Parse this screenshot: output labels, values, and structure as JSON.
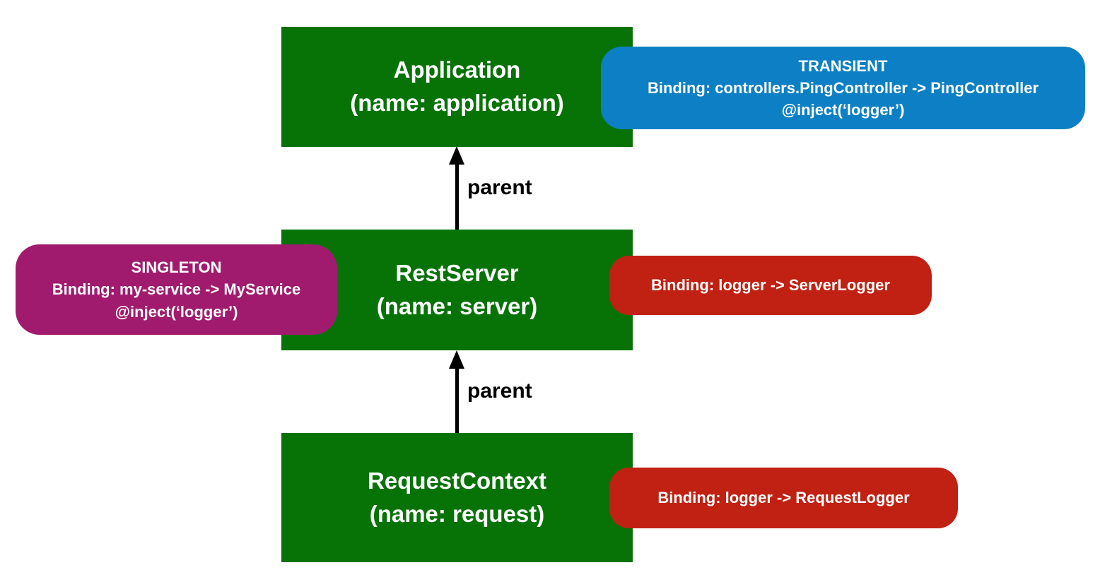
{
  "colors": {
    "context_green": "#077307",
    "transient_blue": "#0d80c5",
    "singleton_purple": "#a01b6e",
    "binding_red": "#c02112",
    "arrow_black": "#000000",
    "text_white": "#ffffff",
    "background": "#ffffff"
  },
  "contexts": {
    "application": {
      "title": "Application",
      "subtitle": "(name: application)"
    },
    "server": {
      "title": "RestServer",
      "subtitle": "(name: server)"
    },
    "request": {
      "title": "RequestContext",
      "subtitle": "(name: request)"
    }
  },
  "badges": {
    "transient": {
      "scope": "TRANSIENT",
      "binding": "Binding: controllers.PingController -> PingController",
      "inject": "@inject(‘logger’)"
    },
    "singleton": {
      "scope": "SINGLETON",
      "binding": "Binding: my-service -> MyService",
      "inject": "@inject(‘logger’)"
    },
    "server_logger": {
      "binding": "Binding: logger -> ServerLogger"
    },
    "request_logger": {
      "binding": "Binding: logger -> RequestLogger"
    }
  },
  "edges": {
    "server_to_application": {
      "label": "parent"
    },
    "request_to_server": {
      "label": "parent"
    }
  }
}
